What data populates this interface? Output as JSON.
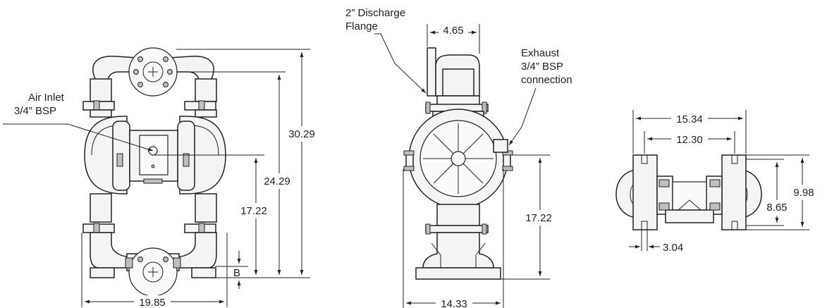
{
  "front_view": {
    "air_inlet_label": [
      "Air Inlet",
      "3/4” BSP"
    ],
    "dim_overall_height": "30.29",
    "dim_discharge_height": "24.29",
    "dim_inlet_height": "17.22",
    "dim_width": "19.85",
    "dim_base": "B"
  },
  "side_view": {
    "discharge_label": [
      "2” Discharge",
      "Flange"
    ],
    "exhaust_label": [
      "Exhaust",
      "3/4” BSP",
      "connection"
    ],
    "dim_flange_width": "4.65",
    "dim_exhaust_height": "17.22",
    "dim_base_width": "14.33"
  },
  "base_view": {
    "dim_overall_width": "15.34",
    "dim_bolt_width": "12.30",
    "dim_overall_depth": "9.98",
    "dim_bolt_depth": "8.65",
    "dim_slot": "3.04"
  }
}
